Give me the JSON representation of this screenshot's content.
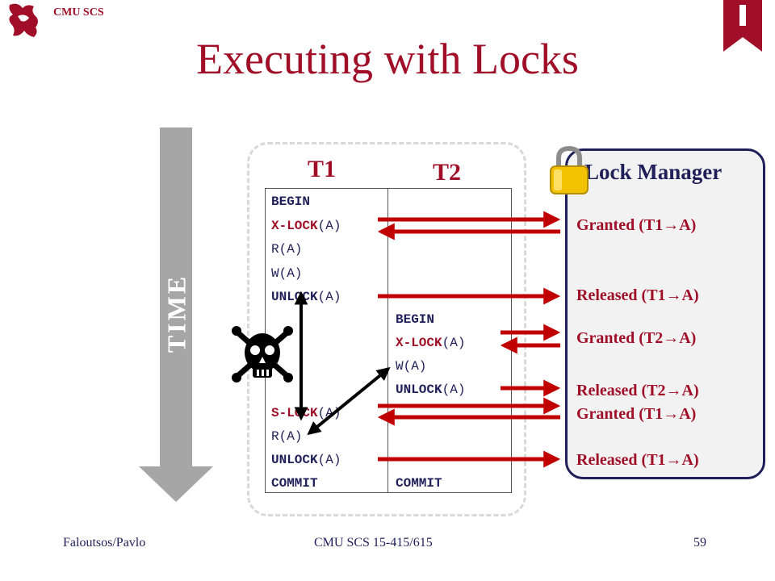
{
  "header": {
    "org": "CMU SCS",
    "title": "Executing with Locks"
  },
  "time_label": "TIME",
  "transactions": {
    "t1_label": "T1",
    "t2_label": "T2",
    "t1_ops": [
      {
        "text": "BEGIN",
        "style": "bold"
      },
      {
        "text": "X-LOCK",
        "arg": "(A)",
        "style": "red"
      },
      {
        "text": "R(A)",
        "style": "normal"
      },
      {
        "text": "W(A)",
        "style": "normal"
      },
      {
        "text": "UNLOCK",
        "arg": "(A)",
        "style": "bold"
      },
      {
        "text": "S-LOCK",
        "arg": "(A)",
        "style": "red"
      },
      {
        "text": "R(A)",
        "style": "normal"
      },
      {
        "text": "UNLOCK",
        "arg": "(A)",
        "style": "bold"
      },
      {
        "text": "COMMIT",
        "style": "bold"
      }
    ],
    "t2_ops": [
      {
        "text": "BEGIN",
        "style": "bold"
      },
      {
        "text": "X-LOCK",
        "arg": "(A)",
        "style": "red"
      },
      {
        "text": "W(A)",
        "style": "normal"
      },
      {
        "text": "UNLOCK",
        "arg": "(A)",
        "style": "bold"
      },
      {
        "text": "COMMIT",
        "style": "bold"
      }
    ]
  },
  "lock_manager": {
    "title": "Lock Manager",
    "messages": [
      "Granted (T1→A)",
      "Released (T1→A)",
      "Granted (T2→A)",
      "Released (T2→A)",
      "Granted (T1→A)",
      "Released (T1→A)"
    ]
  },
  "footer": {
    "left": "Faloutsos/Pavlo",
    "center": "CMU SCS 15-415/615",
    "page": "59"
  },
  "colors": {
    "accent": "#a00f27",
    "navy": "#1f1f5a",
    "time_arrow": "#a6a6a6",
    "arrow_red": "#c00000",
    "lm_bg": "#f2f2f2"
  },
  "icons": [
    "cmu-dragon-logo",
    "bookmark-icon",
    "padlock-icon",
    "skull-crossbones-icon"
  ]
}
